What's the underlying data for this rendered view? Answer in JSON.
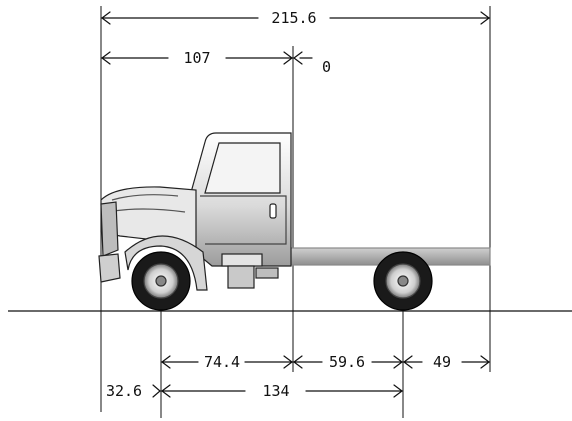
{
  "dimensions": {
    "overall_length": "215.6",
    "bumper_to_back_of_cab": "107",
    "back_of_cab_marker": "0",
    "front_axle_to_back_of_cab": "74.4",
    "back_of_cab_to_rear_axle": "59.6",
    "rear_overhang": "49",
    "front_overhang": "32.6",
    "wheelbase": "134"
  },
  "colors": {
    "line": "#111111",
    "cab_gray": "#c8c8c8",
    "frame_gray": "#a9a9a9",
    "tire": "#1a1a1a"
  }
}
